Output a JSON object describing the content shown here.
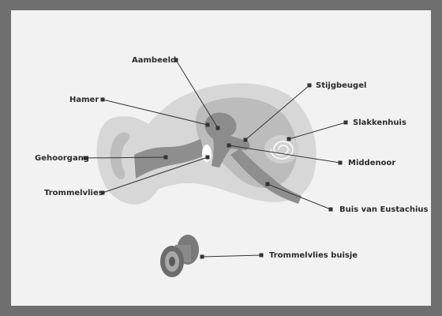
{
  "diagram": {
    "labels": {
      "aambeeld": "Aambeeld",
      "hamer": "Hamer",
      "gehoorgang": "Gehoorgang",
      "trommelvlies": "Trommelvlies",
      "stijgbeugel": "Stijgbeugel",
      "slakkenhuis": "Slakkenhuis",
      "middenoor": "Middenoor",
      "buis_van_eustachius": "Buis van Eustachius",
      "trommelvlies_buisje": "Trommelvlies buisje"
    },
    "colors": {
      "outer_frame": "#6f6f6f",
      "background": "#f2f2f2",
      "ear_light": "#d7d7d7",
      "ear_mid": "#b9b9b9",
      "ear_dark": "#8c8c8c",
      "leader_line": "#333333"
    }
  }
}
